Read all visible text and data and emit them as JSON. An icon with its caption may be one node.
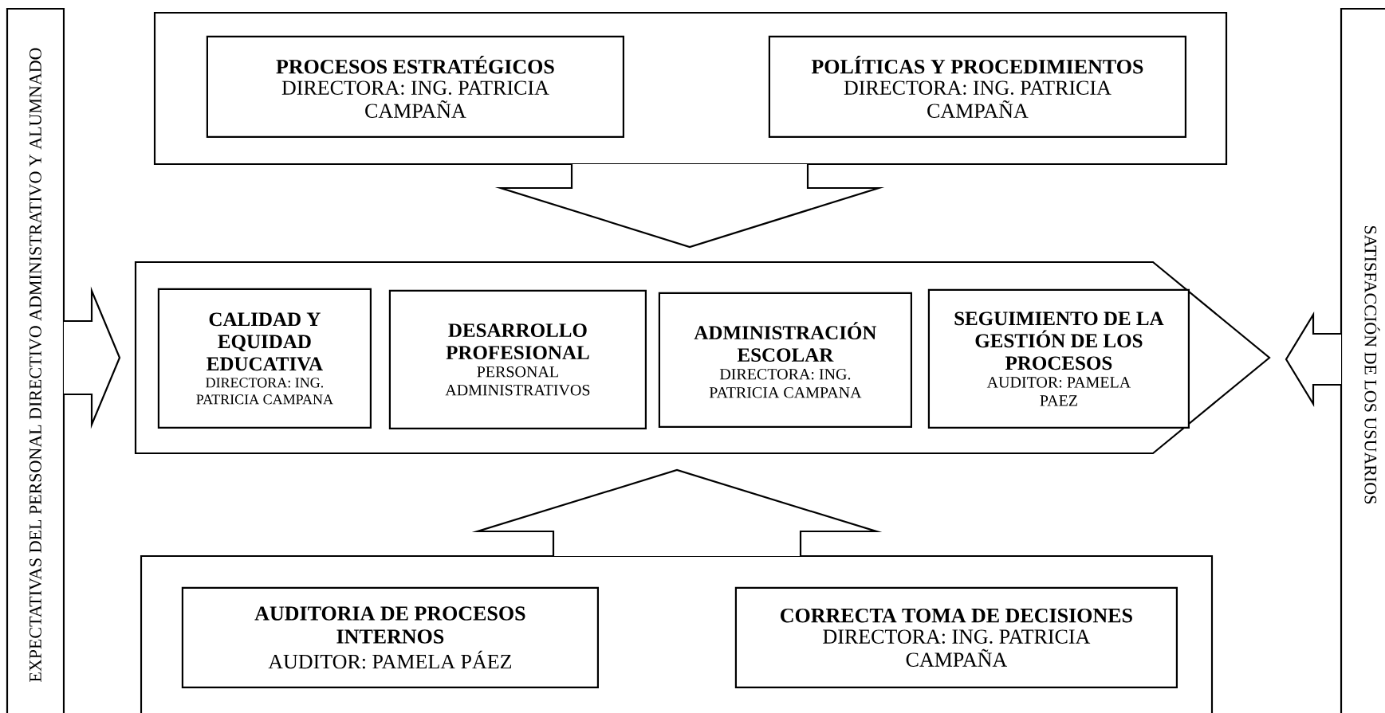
{
  "diagram": {
    "nodes": [
      {
        "text": [
          "EXPECTATIVAS DEL PERSONAL DIRECTIVO ADMINISTRATIVO Y ALUMNADO"
        ]
      },
      {
        "text": [],
        "shape": "box"
      },
      {
        "text": [
          "PROCESOS ESTRATÉGICOS",
          "DIRECTORA: ING. PATRICIA CAMPAÑA"
        ],
        "in": 1
      },
      {
        "text": [
          "POLÍTICAS Y PROCEDIMIENTOS",
          "DIRECTORA: ING. PATRICIA CAMPAÑA"
        ],
        "in": 1
      },
      {
        "text": [],
        "shape": "arrow"
      },
      {
        "text": [
          "CALIDAD Y EQUIDAD EDUCATIVA",
          "DIRECTORA: ING. PATRICIA CAMPANA"
        ],
        "in": 4
      },
      {
        "text": [
          "DESARROLLO PROFESIONAL",
          "PERSONAL ADMINISTRATIVOS"
        ],
        "in": 4
      },
      {
        "text": [
          "ADMINISTRACIÓN ESCOLAR",
          "DIRECTORA: ING. PATRICIA CAMPANA"
        ],
        "in": 4
      },
      {
        "text": [
          "SEGUIMIENTO DE LA GESTIÓN DE LOS PROCESOS",
          "AUDITOR: PAMELA PAEZ"
        ],
        "in": 4
      },
      {
        "text": [],
        "shape": "box"
      },
      {
        "text": [
          "AUDITORIA DE PROCESOS INTERNOS",
          "AUDITOR: PAMELA PÁEZ"
        ],
        "in": 9
      },
      {
        "text": [
          "CORRECTA TOMA DE DECISIONES",
          "DIRECTORA: ING. PATRICIA CAMPAÑA"
        ],
        "in": 9
      },
      {
        "text": [
          "SATISFACCIÓN DE LOS USUARIOS"
        ]
      }
    ],
    "edges": [
      {
        "from": 1,
        "to": 4,
        "arrow": "to"
      },
      {
        "from": 9,
        "to": 4,
        "arrow": "to"
      },
      {
        "from": 0,
        "to": 4,
        "arrow": "to"
      },
      {
        "from": 12,
        "to": 4,
        "arrow": "to"
      }
    ]
  }
}
